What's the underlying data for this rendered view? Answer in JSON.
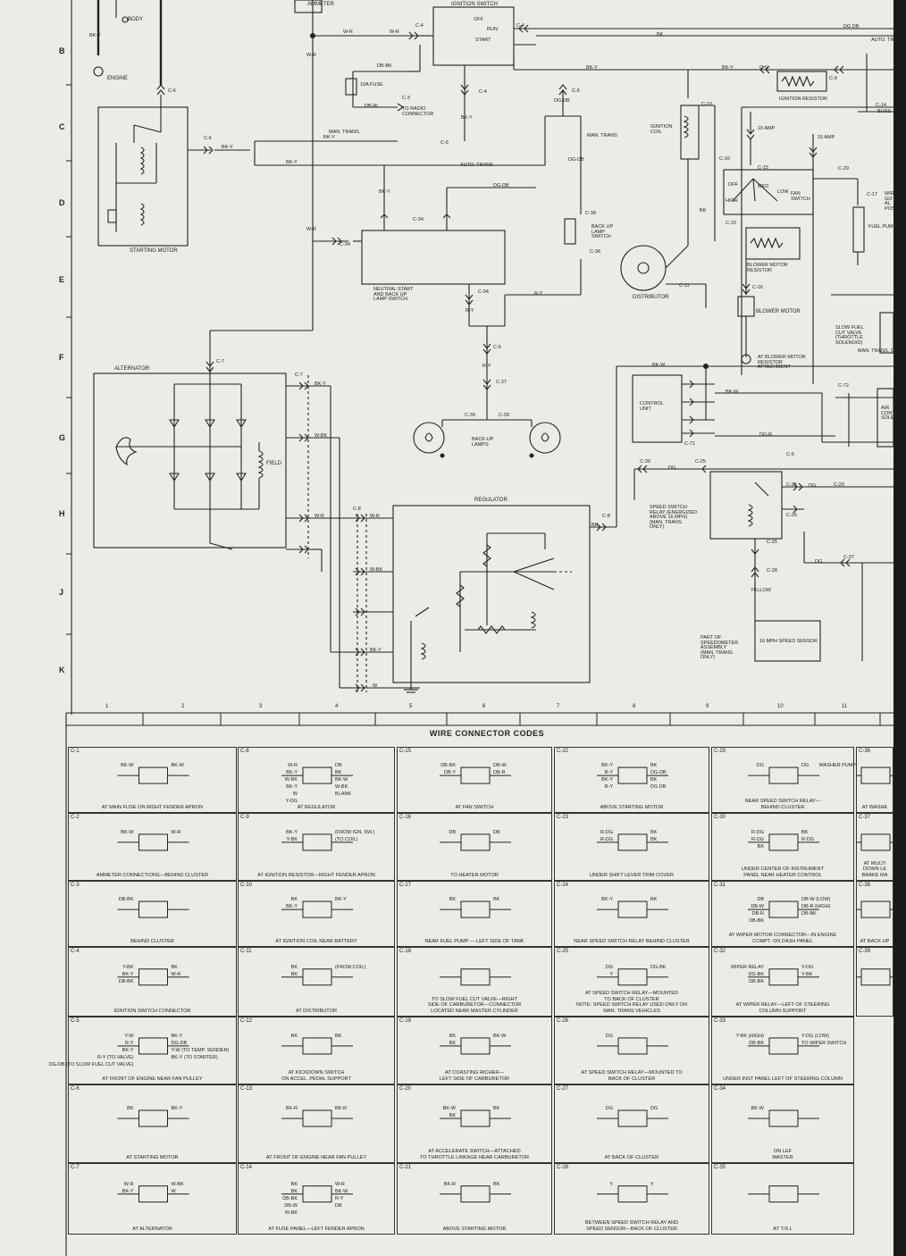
{
  "components": {
    "ammeter": "AMMETER",
    "ignition_switch": "IGNITION SWITCH",
    "switch_positions": [
      "OFF",
      "RUN",
      "START"
    ],
    "fuse_10a": "10A FUSE",
    "to_radio": "TO RADIO\nCONNECTOR",
    "body": "BODY",
    "engine": "ENGINE",
    "starting_motor": "STARTING MOTOR",
    "man_trans_1": "MAN. TRANS.",
    "man_trans_2": "MAN. TRANS",
    "auto_trans_1": "AUTO. TRANS",
    "auto_trans_2": "AUTO. TRANS",
    "neutral_start": "NEUTRAL START\nAND BACK UP\nLAMP SWITCH",
    "backup_switch": "BACK UP\nLAMP\nSWITCH",
    "ignition_coil": "IGNITION\nCOIL",
    "distributor": "DISTRIBUTOR",
    "ignition_resistor": "IGNITION RESISTOR",
    "buss": "BUSS",
    "fuse_10amp": "10 AMP",
    "fuse_15amp": "15 AMP",
    "fan_switch": "FAN\nSWITCH",
    "fan_positions": [
      "OFF",
      "HIGH",
      "MED",
      "LOW"
    ],
    "blower_resistor": "BLOWER MOTOR\nRESISTOR",
    "blower_motor": "BLOWER MOTOR",
    "at_blower": "AT BLOWER MOTOR\nRESISTOR\nATTACHMENT",
    "fuel_pump": "FUEL PUMP",
    "slow_fuel": "SLOW FUEL\nCUT VALVE\n(THROTTLE\nSOLENOID)",
    "alternator": "ALTERNATOR",
    "field": "FIELD",
    "backup_lamps": "BACK-UP\nLAMPS",
    "control_unit": "CONTROL\nUNIT",
    "air_control": "AIR\nCONTROL\nSOLENOID",
    "speed_relay": "SPEED SWITCH\nRELAY (ENERGIZED\nABOVE 16 MPH)\n(MAN. TRANS.\nONLY)",
    "regulator": "REGULATOR",
    "yellow": "YELLOW",
    "speedo": "PART OF\nSPEEDOMETER\nASSEMBLY\n(MAN. TRANS.\nONLY)",
    "speed_sensor": "16 MPH SPEED SENSOR",
    "man_trans_only": "MAN. TRANS. ONLY",
    "right_edge": "WIR\nGO\nAL\nPOS",
    "auto_trans_right": "AUTO. TRANS"
  },
  "wires": [
    "BK",
    "BK-Y",
    "W-R",
    "DB-BK",
    "DB-W",
    "DG-DB",
    "R-Y",
    "BK-W",
    "W-BK",
    "DG",
    "DG-R",
    "DB-W",
    "DB-R",
    "DB-Y",
    "W",
    "DG DB"
  ],
  "connectors": [
    "C-1",
    "C-2",
    "C-3",
    "C-4",
    "C-5",
    "C-6",
    "C-7",
    "C-8",
    "C-9",
    "C-10",
    "C-11",
    "C-14",
    "C-15",
    "C-16",
    "C-17",
    "C-22",
    "C-25",
    "C-26",
    "C-27",
    "C-28",
    "C-29",
    "C-34",
    "C-37",
    "C-38",
    "C-39",
    "C-71",
    "C-72"
  ],
  "row_letters": [
    "B",
    "C",
    "D",
    "E",
    "F",
    "G",
    "H",
    "J",
    "K"
  ],
  "col_numbers": [
    "1",
    "2",
    "3",
    "4",
    "5",
    "6",
    "7",
    "8",
    "9",
    "10",
    "11"
  ],
  "codes_title": "WIRE CONNECTOR CODES",
  "codes": [
    {
      "id": "C-1",
      "desc": "AT MAIN FUSE ON RIGHT FENDER APRON",
      "wires": [
        "BK-W",
        "BK-W"
      ]
    },
    {
      "id": "C-2",
      "desc": "AMMETER CONNECTIONS—BEHIND CLUSTER",
      "wires": [
        "BK-W",
        "W-R"
      ]
    },
    {
      "id": "C-3",
      "desc": "BEHIND CLUSTER",
      "wires": [
        "DB-BK"
      ]
    },
    {
      "id": "C-4",
      "desc": "IGNITION SWITCH CONNECTOR",
      "wires": [
        "Y-BK",
        "BK",
        "BK-Y",
        "W-R",
        "DB-BK"
      ]
    },
    {
      "id": "C-5",
      "desc": "AT FRONT OF ENGINE NEAR FAN PULLEY",
      "wires": [
        "Y-W",
        "BK-Y",
        "R-Y",
        "DG-DB",
        "BK-Y",
        "Y-W (TO TEMP. SENDER)",
        "R-Y (TO VALVE)",
        "BK-Y (TO STARTER)",
        "DG-DB (TO SLOW FUEL CUT VALVE)"
      ]
    },
    {
      "id": "C-6",
      "desc": "AT STARTING MOTOR",
      "wires": [
        "BK",
        "BK-Y"
      ]
    },
    {
      "id": "C-7",
      "desc": "AT ALTERNATOR",
      "wires": [
        "W-R",
        "W-BK",
        "BK-Y",
        "W"
      ]
    },
    {
      "id": "C-8",
      "desc": "AT REGULATOR",
      "wires": [
        "W-R",
        "DB",
        "BK-Y",
        "BK",
        "W-BK",
        "BK-W",
        "BK-Y",
        "W-BK",
        "W",
        "BLANK",
        "Y-DG"
      ]
    },
    {
      "id": "C-9",
      "desc": "AT IGNITION RESISTOR—RIGHT FENDER APRON",
      "wires": [
        "BK-Y",
        "(FROM IGN. SW.)",
        "Y-BK",
        "(TO COIL)"
      ]
    },
    {
      "id": "C-10",
      "desc": "AT IGNITION COIL NEAR BATTERY",
      "wires": [
        "BK",
        "BK-Y",
        "BK-Y"
      ]
    },
    {
      "id": "C-11",
      "desc": "AT DISTRIBUTOR",
      "wires": [
        "BK",
        "(FROM COIL)",
        "BK"
      ]
    },
    {
      "id": "C-12",
      "desc": "AT KICKDOWN SWITCH\nON ACCEL. PEDAL SUPPORT",
      "wires": [
        "BK",
        "BK"
      ]
    },
    {
      "id": "C-13",
      "desc": "AT FRONT OF ENGINE NEAR FAN PULLEY",
      "wires": [
        "BK-R",
        "BK-R"
      ]
    },
    {
      "id": "C-14",
      "desc": "AT FUSE PANEL—LEFT FENDER APRON",
      "wires": [
        "BK",
        "W-R",
        "BK",
        "BK-W",
        "DB-BK",
        "R-Y",
        "DB-W",
        "DB",
        "W-BK"
      ]
    },
    {
      "id": "C-15",
      "desc": "AT FAN SWITCH",
      "wires": [
        "DB-BK",
        "DB-W",
        "DB-Y",
        "DB-R"
      ]
    },
    {
      "id": "C-16",
      "desc": "TO HEATER MOTOR",
      "wires": [
        "DB",
        "DB"
      ]
    },
    {
      "id": "C-17",
      "desc": "NEAR FUEL PUMP — LEFT SIDE OF TANK",
      "wires": [
        "BK",
        "BK"
      ]
    },
    {
      "id": "C-18",
      "desc": "TO SLOW FUEL CUT VALVE—RIGHT\nSIDE OF CARBURETOR—CONNECTOR\nLOCATED NEAR MASTER CYLINDER",
      "wires": []
    },
    {
      "id": "C-19",
      "desc": "AT COASTING RICHER—\nLEFT SIDE OF CARBURETOR",
      "wires": [
        "BK",
        "BK-W",
        "BK"
      ]
    },
    {
      "id": "C-20",
      "desc": "AT ACCELERATE SWITCH—ATTACHED\nTO THROTTLE LINKAGE NEAR CARBURETOR",
      "wires": [
        "BK-W",
        "BK",
        "BK"
      ]
    },
    {
      "id": "C-21",
      "desc": "ABOVE STARTING MOTOR",
      "wires": [
        "BK-R",
        "BK"
      ]
    },
    {
      "id": "C-22",
      "desc": "ABOVE STARTING MOTOR",
      "wires": [
        "BK-Y",
        "BK",
        "R-Y",
        "DG-DB",
        "BK-Y",
        "BK",
        "R-Y",
        "DG DB"
      ]
    },
    {
      "id": "C-23",
      "desc": "UNDER SHIFT LEVER TRIM COVER",
      "wires": [
        "R-DG",
        "BK",
        "R-DG",
        "BK"
      ]
    },
    {
      "id": "C-24",
      "desc": "NEAR SPEED SWITCH RELAY BEHIND CLUSTER",
      "wires": [
        "BK-Y",
        "BK"
      ]
    },
    {
      "id": "C-25",
      "desc": "AT SPEED SWITCH RELAY—MOUNTED\nTO BACK OF CLUSTER\nNOTE: SPEED SWITCH RELAY USED ONLY ON\nMAN. TRANS VEHICLES",
      "wires": [
        "DG",
        "DG-BK",
        "Y"
      ]
    },
    {
      "id": "C-26",
      "desc": "AT SPEED SWITCH RELAY—MOUNTED TO\nBACK OF CLUSTER",
      "wires": [
        "DG"
      ]
    },
    {
      "id": "C-27",
      "desc": "AT BACK OF CLUSTER",
      "wires": [
        "DG",
        "DG"
      ]
    },
    {
      "id": "C-28",
      "desc": "BETWEEN SPEED SWITCH RELAY AND\nSPEED SENSOR—BACK OF CLUSTER",
      "wires": [
        "Y",
        "Y"
      ]
    },
    {
      "id": "C-29",
      "desc": "NEAR SPEED SWITCH RELAY—\nBEHIND CLUSTER",
      "wires": [
        "DG",
        "DG"
      ]
    },
    {
      "id": "C-30",
      "desc": "UNDER CENTER OF INSTRUMENT\nPANEL NEAR HEATER CONTROL",
      "wires": [
        "R-DG",
        "BK",
        "R-DG",
        "R-DG",
        "BK"
      ]
    },
    {
      "id": "C-31",
      "desc": "AT WIPER MOTOR CONNECTOR—IN ENGINE\nCOMPT. ON DASH PANEL",
      "wires": [
        "DB",
        "DB-W (LOW)",
        "DB-W",
        "DB-R (HIGH)",
        "DB-R",
        "DB-BK",
        "DB-BK"
      ]
    },
    {
      "id": "C-32",
      "desc": "AT WIPER RELAY—LEFT OF STEERING\nCOLUMN SUPPORT",
      "wires": [
        "WIPER RELAY",
        "Y-DG",
        "DG-BK",
        "Y-BK",
        "DB-BK"
      ]
    },
    {
      "id": "C-33",
      "desc": "UNDER INST PANEL LEFT OF STEERING COLUMN",
      "wires": [
        "Y-BK (HIGH)",
        "Y-DG (LOW)",
        "DB-BK",
        "TO WIPER SWITCH"
      ]
    },
    {
      "id": "C-34",
      "desc": "ON LEF\nMASTER",
      "wires": [
        "BK-W"
      ]
    },
    {
      "id": "C-35",
      "desc": "AT T/S L",
      "wires": []
    },
    {
      "id": "C-36",
      "desc": "AT WASHE",
      "wires": [
        "WASHER\nPUMP"
      ]
    },
    {
      "id": "C-37",
      "desc": "AT MULTI\nDOWN LE\nBRAKE MA",
      "wires": []
    },
    {
      "id": "C-38",
      "desc": "AT BACK UP",
      "wires": []
    },
    {
      "id": "C-39",
      "desc": "",
      "wires": []
    }
  ]
}
